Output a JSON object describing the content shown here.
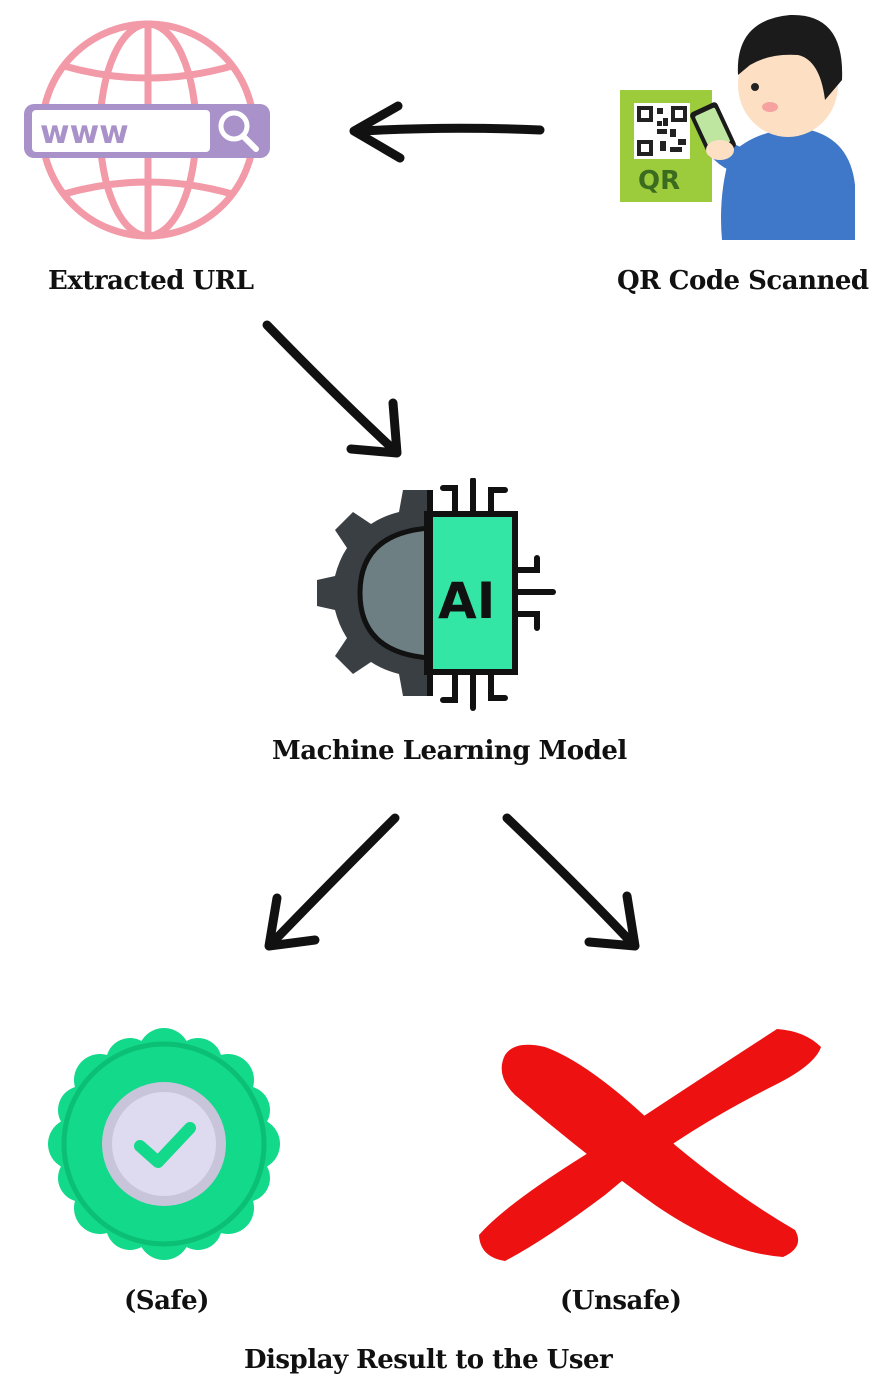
{
  "nodes": {
    "url": {
      "label": "Extracted URL",
      "icon": "globe-www-icon",
      "bar_text": "www"
    },
    "qr": {
      "label": "QR Code Scanned",
      "icon": "person-scanning-qr-icon",
      "qr_text": "QR"
    },
    "model": {
      "label": "Machine Learning Model",
      "icon": "ai-gear-chip-icon",
      "chip_text": "AI"
    },
    "safe": {
      "label": "(Safe)",
      "icon": "green-check-badge-icon"
    },
    "unsafe": {
      "label": "(Unsafe)",
      "icon": "red-x-icon"
    },
    "result": {
      "label": "Display Result to the User"
    }
  },
  "colors": {
    "globe": "#f29aa8",
    "search_bar": "#a991c9",
    "ai_green": "#33e6a6",
    "gear_dark": "#3a3f44",
    "gear_gray": "#6e7f84",
    "safe_green": "#13d98a",
    "unsafe_red": "#ee1111",
    "qr_sign": "#9ccc3b",
    "shirt_blue": "#3f78c8"
  }
}
